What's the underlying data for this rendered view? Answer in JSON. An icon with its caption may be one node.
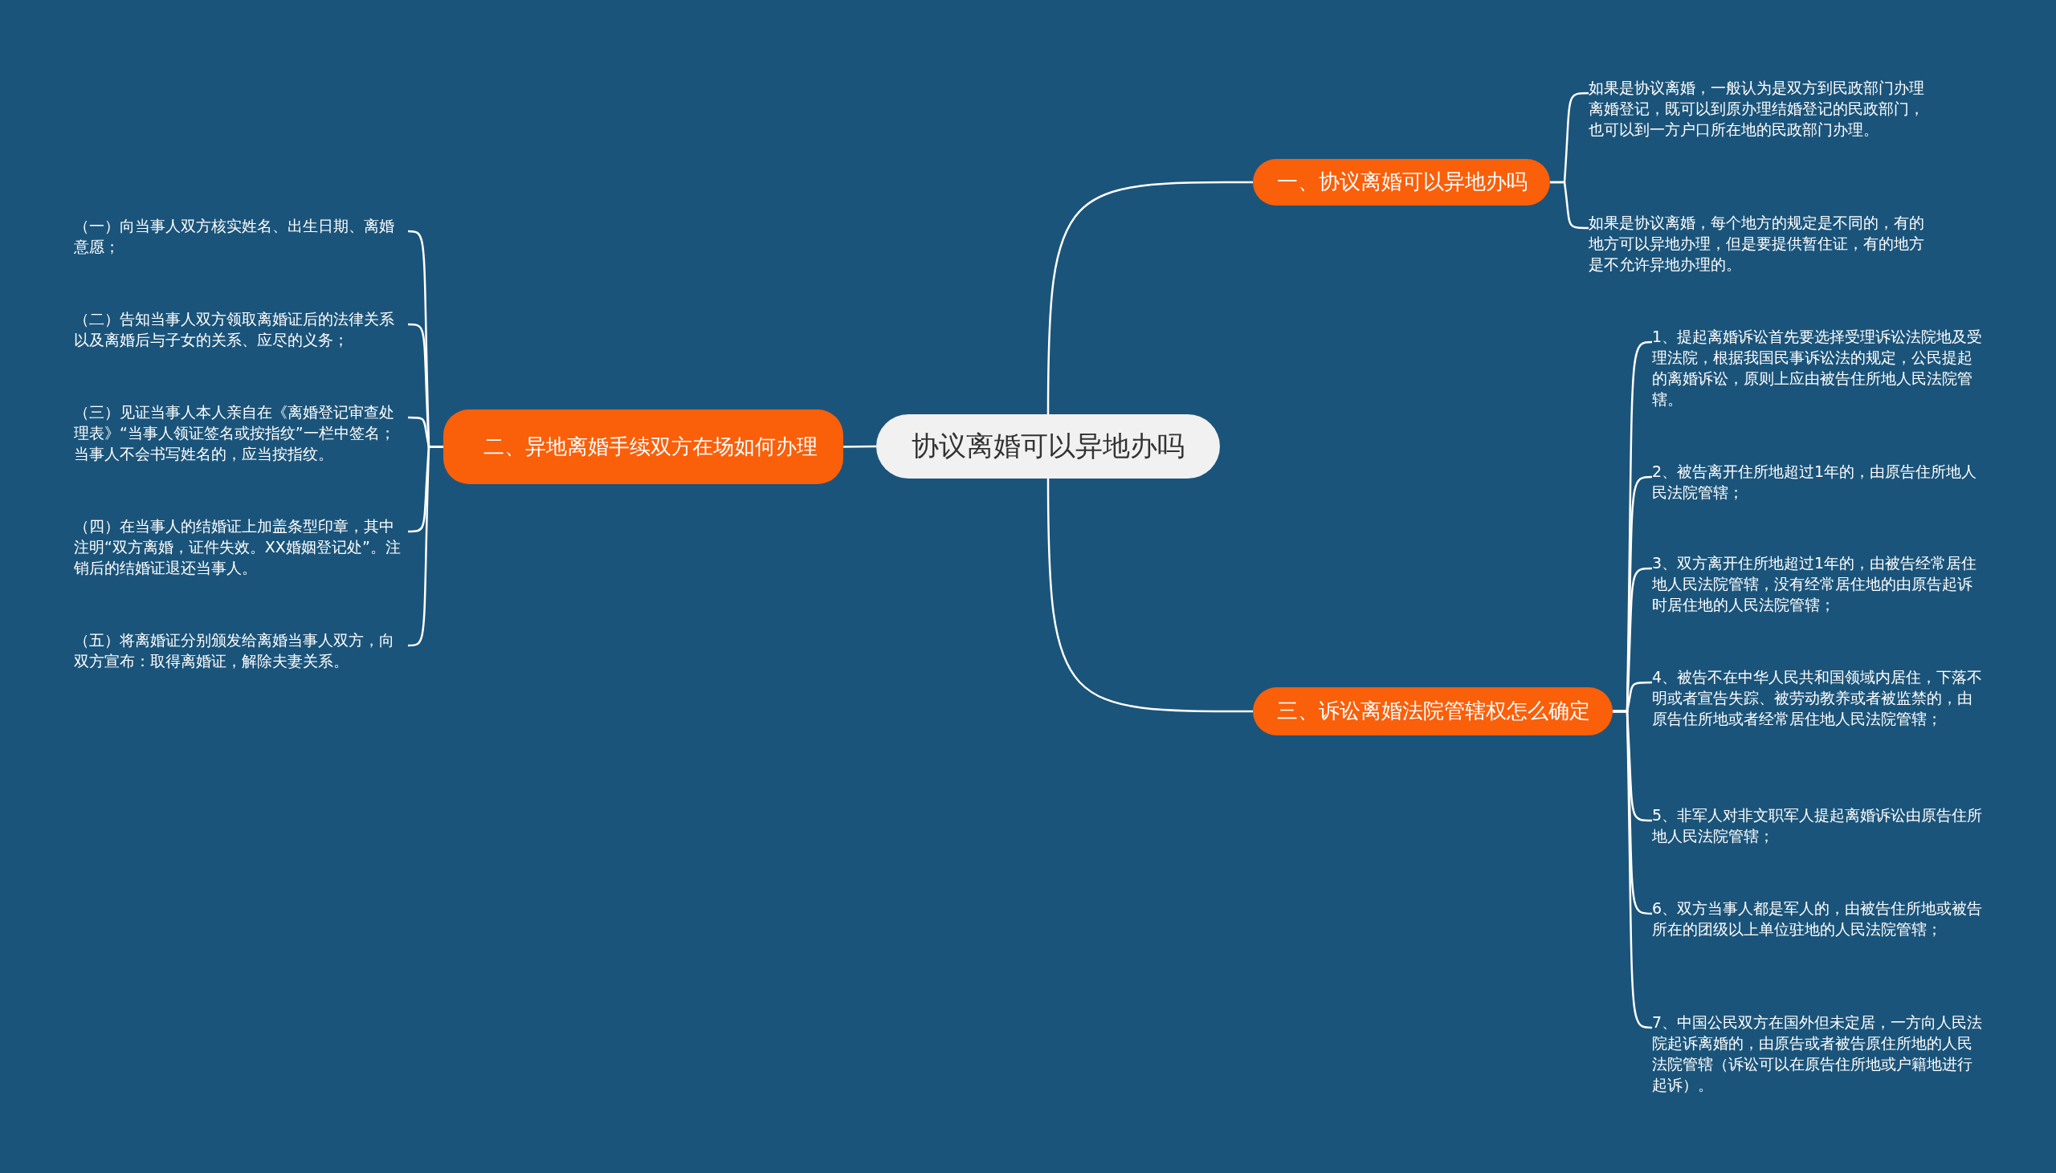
{
  "diagram": {
    "nodes": [
      {
        "text": [
          "协议离婚可以异地办吗"
        ]
      },
      {
        "text": [
          "一、协议离婚可以异地办吗"
        ]
      },
      {
        "text": [
          "如果是协议离婚，一般认为是双方到民政部门办理离婚登记，既可以到原办理结婚登记的民政部门，也可以到一方户口所在地的民政部门办理。"
        ]
      },
      {
        "text": [
          "如果是协议离婚，每个地方的规定是不同的，有的地方可以异地办理，但是要提供暂住证，有的地方是不允许异地办理的。"
        ]
      },
      {
        "text": [
          "二、异地离婚手续双方在场如何办理"
        ]
      },
      {
        "text": [
          "（一）向当事人双方核实姓名、出生日期、离婚意愿；"
        ]
      },
      {
        "text": [
          "（二）告知当事人双方领取离婚证后的法律关系以及离婚后与子女的关系、应尽的义务；"
        ]
      },
      {
        "text": [
          "（三）见证当事人本人亲自在《离婚登记审查处理表》“当事人领证签名或按指纹”一栏中签名；当事人不会书写姓名的，应当按指纹。"
        ]
      },
      {
        "text": [
          "（四）在当事人的结婚证上加盖条型印章，其中注明“双方离婚，证件失效。XX婚姻登记处”。注销后的结婚证退还当事人。"
        ]
      },
      {
        "text": [
          "（五）将离婚证分别颁发给离婚当事人双方，向双方宣布：取得离婚证，解除夫妻关系。"
        ]
      },
      {
        "text": [
          "三、诉讼离婚法院管辖权怎么确定"
        ]
      },
      {
        "text": [
          "1、提起离婚诉讼首先要选择受理诉讼法院地及受理法院，根据我国民事诉讼法的规定，公民提起的离婚诉讼，原则上应由被告住所地人民法院管辖。"
        ]
      },
      {
        "text": [
          "2、被告离开住所地超过1年的，由原告住所地人民法院管辖；"
        ]
      },
      {
        "text": [
          "3、双方离开住所地超过1年的，由被告经常居住地人民法院管辖，没有经常居住地的由原告起诉时居住地的人民法院管辖；"
        ]
      },
      {
        "text": [
          "4、被告不在中华人民共和国领域内居住，下落不明或者宣告失踪、被劳动教养或者被监禁的，由原告住所地或者经常居住地人民法院管辖；"
        ]
      },
      {
        "text": [
          "5、非军人对非文职军人提起离婚诉讼由原告住所地人民法院管辖；"
        ]
      },
      {
        "text": [
          "6、双方当事人都是军人的，由被告住所地或被告所在的团级以上单位驻地的人民法院管辖；"
        ]
      },
      {
        "text": [
          "7、中国公民双方在国外但未定居，一方向人民法院起诉离婚的，由原告或者被告原住所地的人民法院管辖（诉讼可以在原告住所地或户籍地进行起诉）。"
        ]
      }
    ],
    "edges": [
      {
        "from": 0,
        "to": 1,
        "arrow": "none"
      },
      {
        "from": 1,
        "to": 2,
        "arrow": "none"
      },
      {
        "from": 1,
        "to": 3,
        "arrow": "none"
      },
      {
        "from": 0,
        "to": 4,
        "arrow": "none"
      },
      {
        "from": 4,
        "to": 5,
        "arrow": "none"
      },
      {
        "from": 4,
        "to": 6,
        "arrow": "none"
      },
      {
        "from": 4,
        "to": 7,
        "arrow": "none"
      },
      {
        "from": 4,
        "to": 8,
        "arrow": "none"
      },
      {
        "from": 4,
        "to": 9,
        "arrow": "none"
      },
      {
        "from": 0,
        "to": 10,
        "arrow": "none"
      },
      {
        "from": 10,
        "to": 11,
        "arrow": "none"
      },
      {
        "from": 10,
        "to": 12,
        "arrow": "none"
      },
      {
        "from": 10,
        "to": 13,
        "arrow": "none"
      },
      {
        "from": 10,
        "to": 14,
        "arrow": "none"
      },
      {
        "from": 10,
        "to": 15,
        "arrow": "none"
      },
      {
        "from": 10,
        "to": 16,
        "arrow": "none"
      },
      {
        "from": 10,
        "to": 17,
        "arrow": "none"
      }
    ]
  }
}
